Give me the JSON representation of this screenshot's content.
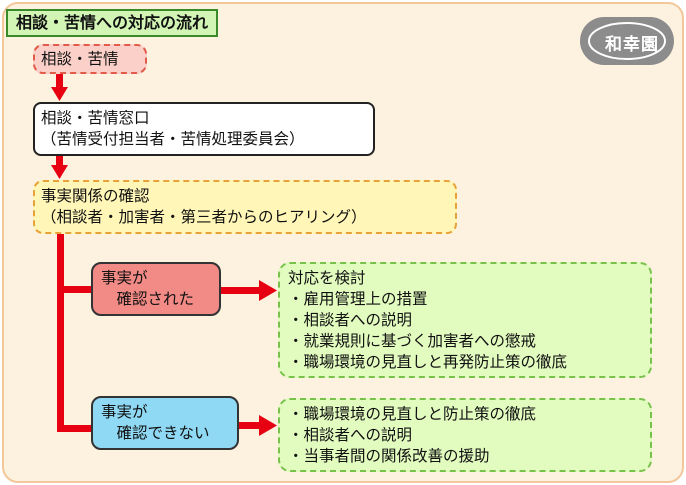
{
  "title": "相談・苦情への対応の流れ",
  "logo": {
    "text": "和幸園"
  },
  "colors": {
    "arrow": "#e60012",
    "title_bg": "#d2f5b5",
    "start_bg": "#fad0c8",
    "check_bg": "#fff6b8",
    "yes_bg": "#f28a86",
    "no_bg": "#8fd9f5",
    "action_bg": "#e2fbbf"
  },
  "flow": {
    "start": "相談・苦情",
    "window": {
      "line1": "相談・苦情窓口",
      "line2": "（苦情受付担当者・苦情処理委員会）"
    },
    "check": {
      "line1": "事実関係の確認",
      "line2": "（相談者・加害者・第三者からのヒアリング）"
    },
    "confirmed": {
      "line1": "事実が",
      "line2": "　確認された",
      "actions": [
        "対応を検討",
        "・雇用管理上の措置",
        "・相談者への説明",
        "・就業規則に基づく加害者への懲戒",
        "・職場環境の見直しと再発防止策の徹底"
      ]
    },
    "not_confirmed": {
      "line1": "事実が",
      "line2": "　確認できない",
      "actions": [
        "・職場環境の見直しと防止策の徹底",
        "・相談者への説明",
        "・当事者間の関係改善の援助"
      ]
    }
  }
}
